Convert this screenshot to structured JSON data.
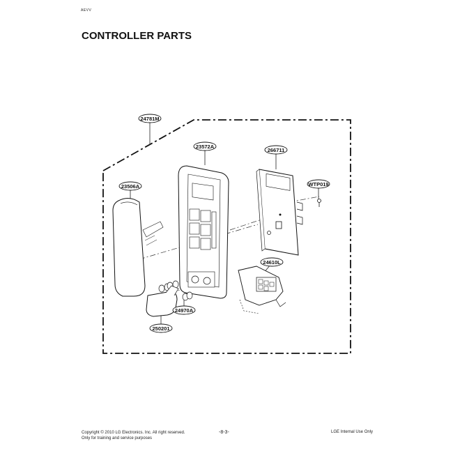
{
  "header": {
    "corner_code": "AEVV",
    "title": "CONTROLLER PARTS"
  },
  "callouts": [
    {
      "id": "24781M"
    },
    {
      "id": "23572A"
    },
    {
      "id": "266711"
    },
    {
      "id": "23506A"
    },
    {
      "id": "WTP019"
    },
    {
      "id": "24610L"
    },
    {
      "id": "24970A"
    },
    {
      "id": "250201"
    }
  ],
  "footer": {
    "copyright_line1": "Copyright © 2010 LG Electronics. Inc. All right reserved.",
    "copyright_line2": "Only for training and service purposes",
    "page_number": "-8-3-",
    "internal_use": "LGE Internal Use Only"
  }
}
